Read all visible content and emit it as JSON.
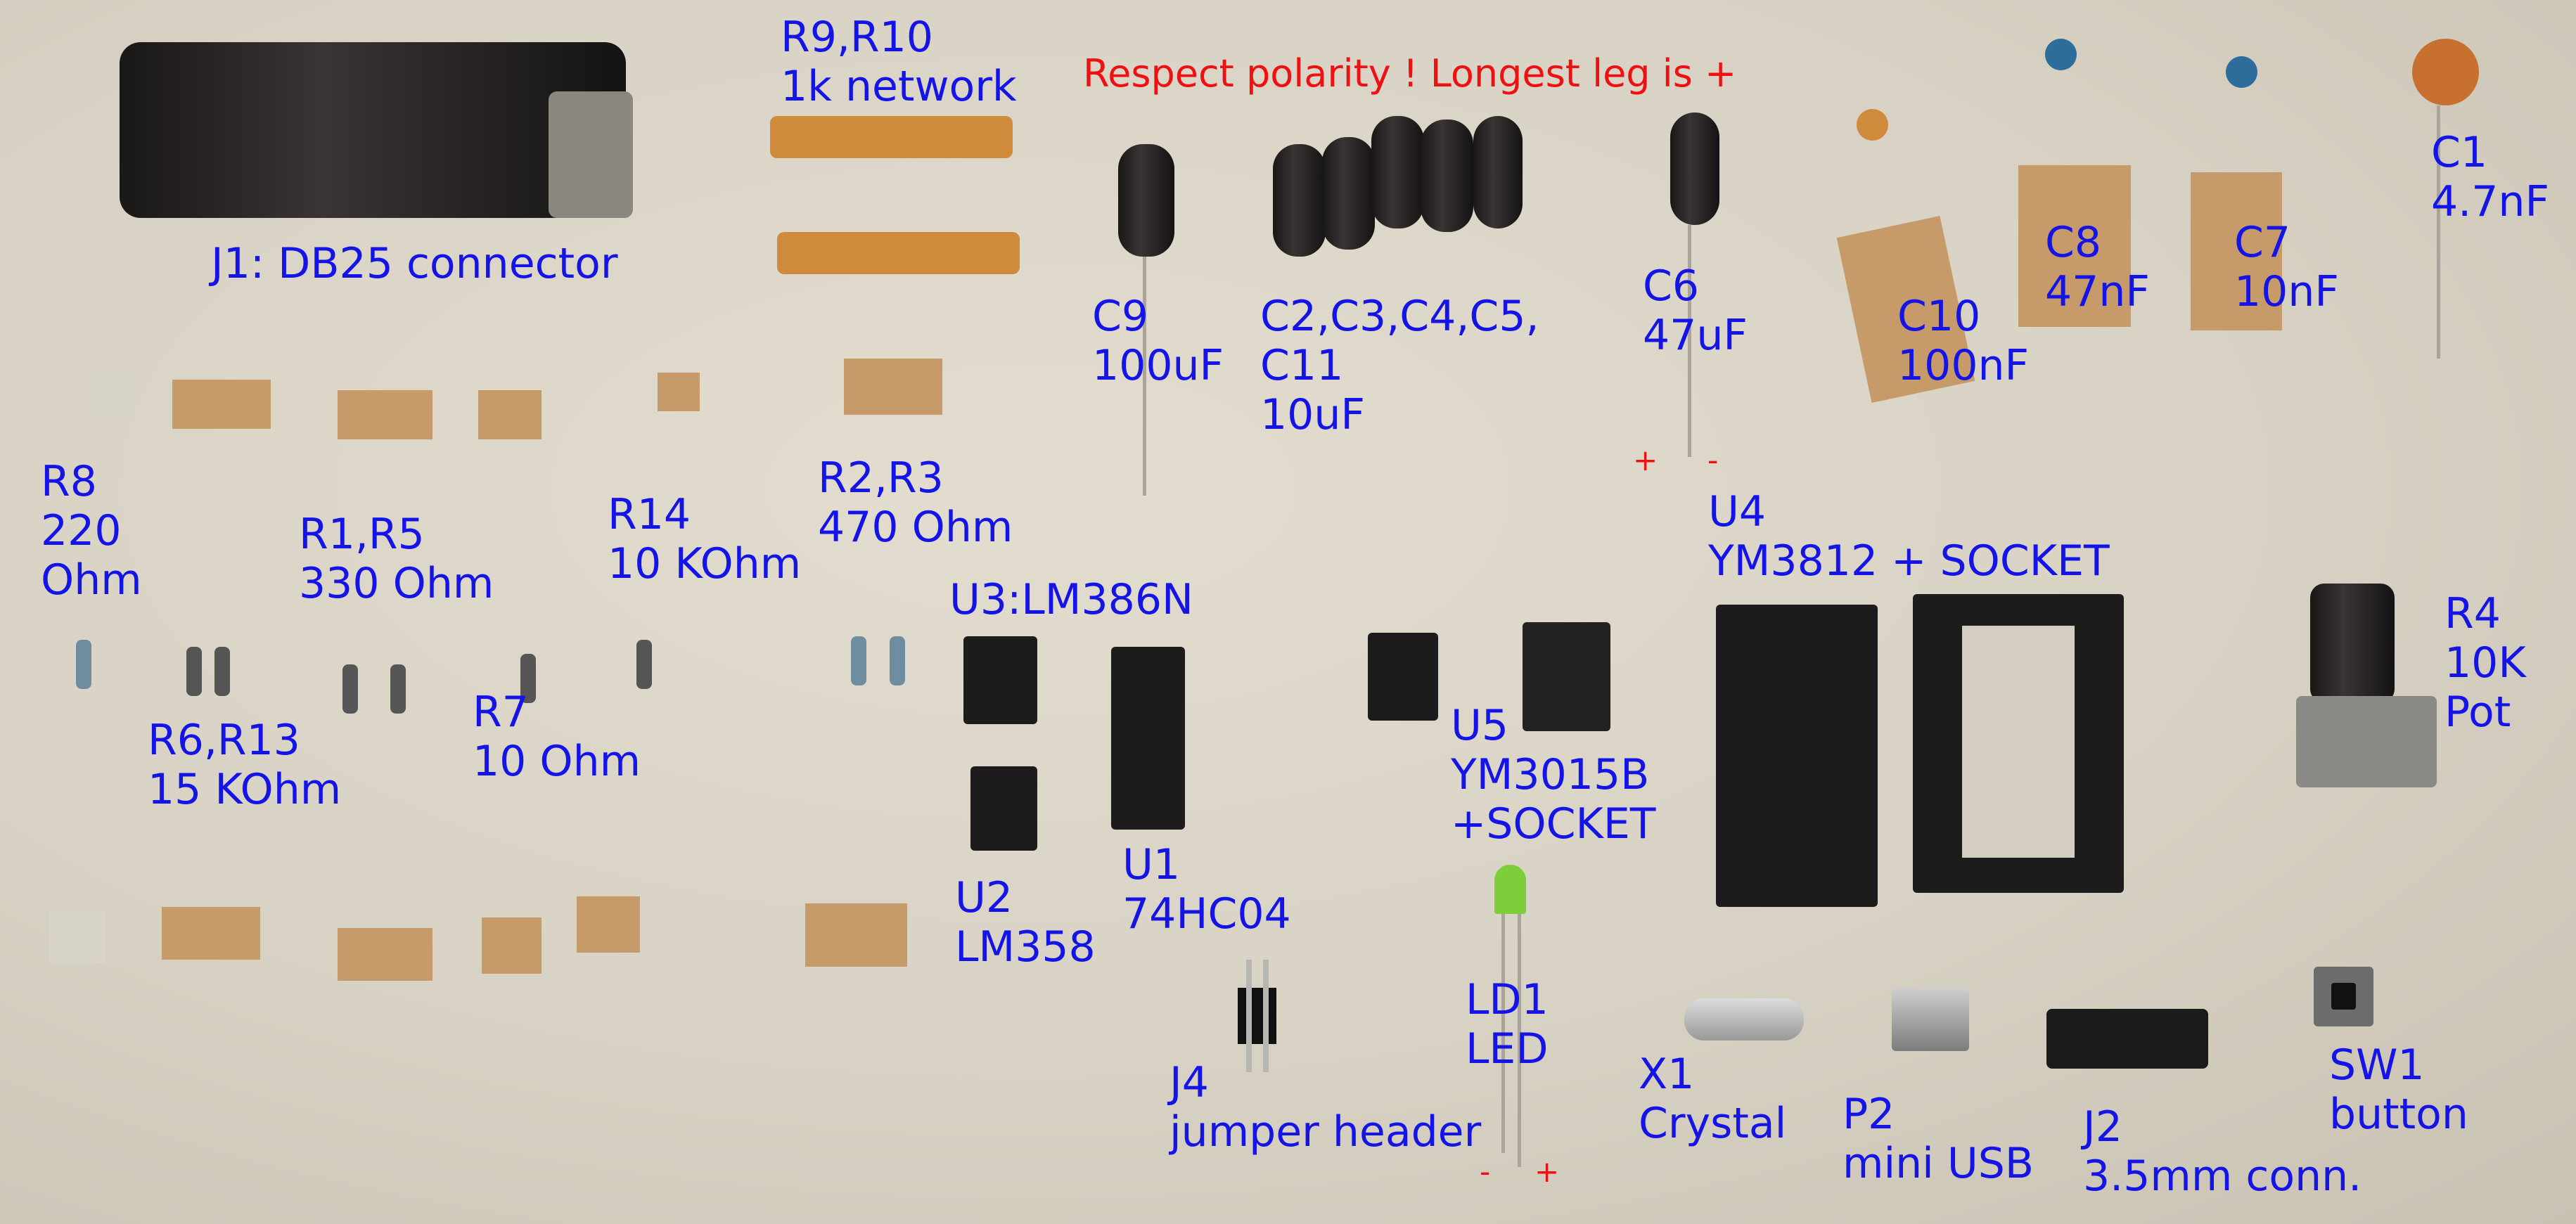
{
  "note": {
    "text": "Respect polarity ! Longest leg is +",
    "color": "#ee1111"
  },
  "label_color": "#1414e6",
  "labels": {
    "j1": "J1: DB25 connector",
    "r9r10": "R9,R10\n1k network",
    "c9": "C9\n100uF",
    "c2c11": "C2,C3,C4,C5,\nC11\n10uF",
    "c6": "C6\n47uF",
    "c10": "C10\n100nF",
    "c8": "C8\n47nF",
    "c7": "C7\n10nF",
    "c1": "C1\n4.7nF",
    "r8": "R8\n220\nOhm",
    "r1r5": "R1,R5\n330 Ohm",
    "r14": "R14\n10 KOhm",
    "r2r3": "R2,R3\n470 Ohm",
    "u3": "U3:LM386N",
    "r6r13": "R6,R13\n15 KOhm",
    "r7": "R7\n10 Ohm",
    "u4": "U4\nYM3812 + SOCKET",
    "r4": "R4\n10K\nPot",
    "u5": "U5\nYM3015B\n+SOCKET",
    "u2": "U2\nLM358",
    "u1": "U1\n74HC04",
    "ld1": "LD1\nLED",
    "j4": "J4\njumper header",
    "x1": "X1\nCrystal",
    "p2": "P2\nmini USB",
    "j2": "J2\n3.5mm conn.",
    "sw1": "SW1\nbutton"
  },
  "polarity": {
    "c6_plus": "+",
    "c6_minus": "-",
    "led_minus": "-",
    "led_plus": "+"
  }
}
